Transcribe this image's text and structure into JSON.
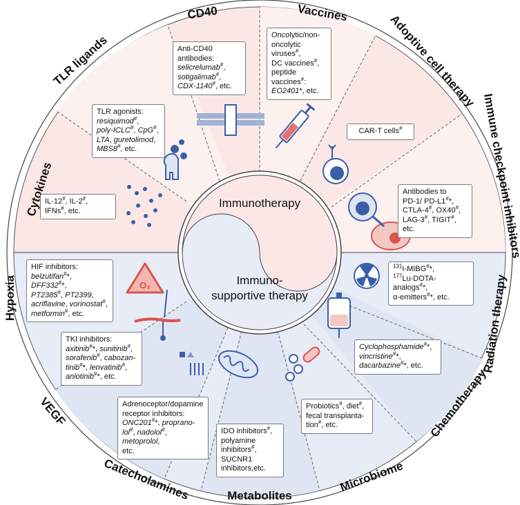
{
  "center": {
    "top_label": "Immunotherapy",
    "bottom_label_line1": "Immuno-",
    "bottom_label_line2": "supportive therapy"
  },
  "colors": {
    "top_half": "#fbe8e6",
    "top_half_alt": "#fdf1ef",
    "bottom_half": "#e8ecf7",
    "bottom_half_alt": "#dfe5f3",
    "rim": "#ffffff",
    "outline": "#444444",
    "accent_blue": "#2f5aa8",
    "accent_red": "#d9534f"
  },
  "segments_top": [
    {
      "title": "Cytokines",
      "icon": "cytokine-dots-icon"
    },
    {
      "title": "TLR ligands",
      "icon": "tlr-receptor-icon"
    },
    {
      "title": "CD40",
      "icon": "cd40-receptor-icon"
    },
    {
      "title": "Vaccines",
      "icon": "syringe-icon"
    },
    {
      "title": "Adoptive cell therapy",
      "icon": "car-t-cell-icon"
    },
    {
      "title": "Immune checkpoint inhibitors",
      "icon": "immune-synapse-icon"
    }
  ],
  "segments_bottom": [
    {
      "title": "Hypoxia",
      "icon": "o2-warning-icon"
    },
    {
      "title": "VEGF",
      "icon": "blood-vessel-icon"
    },
    {
      "title": "Catecholamines",
      "icon": "receptor-ligand-icon"
    },
    {
      "title": "Metabolites",
      "icon": "mitochondrion-icon"
    },
    {
      "title": "Microbiome",
      "icon": "bacteria-icon"
    },
    {
      "title": "Chemotherapy",
      "icon": "iv-bag-icon"
    },
    {
      "title": "Radiation therapy",
      "icon": "radiation-icon"
    }
  ]
}
